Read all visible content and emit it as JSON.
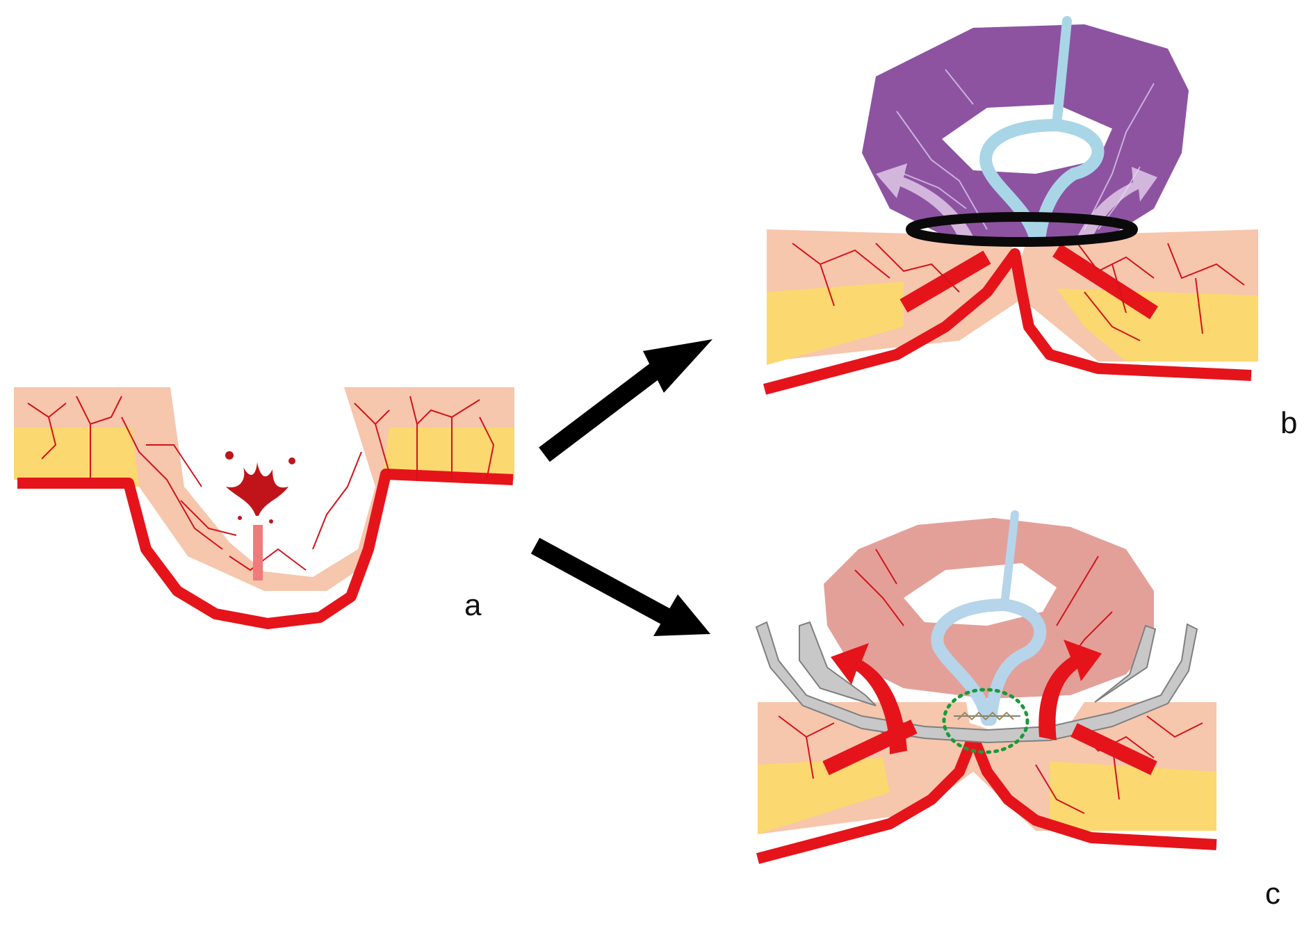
{
  "labels": {
    "a": "a",
    "b": "b",
    "c": "c"
  },
  "colors": {
    "skin": "#f6c6ad",
    "fat": "#fcd870",
    "vessel": "#e5141b",
    "capillary": "#d4121a",
    "flap_purple": "#8d53a1",
    "flap_pink": "#e0968e",
    "duct": "#a9d6e7",
    "device_gray": "#c8c8c8",
    "ring_black": "#0a0a0a",
    "suture_green": "#1a9a3a",
    "arrow_black": "#000000"
  }
}
